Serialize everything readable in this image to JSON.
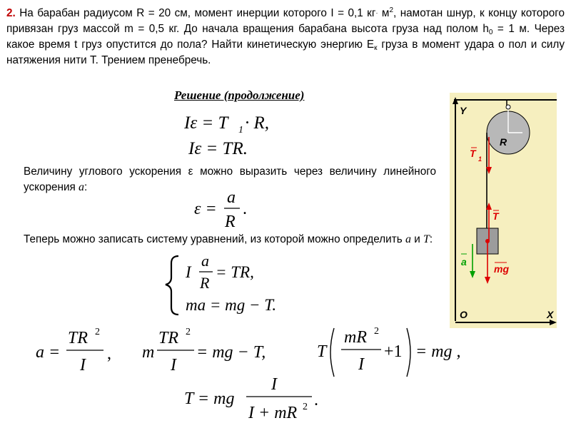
{
  "problem": {
    "number": "2.",
    "line1a": " На барабан радиусом R = 20 см, момент инерции которого I = 0,1 кг",
    "line1dot": "·",
    "line1b": " м",
    "line1sup": "2",
    "line1c": ", намотан шнур, к концу которого привязан груз массой m = 0,5 кг. До начала вращения барабана высота груза над полом h",
    "h_sub": "0",
    "line2": " = 1 м. Через какое время t груз опустится до пола? Найти кинетическую энергию E",
    "e_sub": "к",
    "line3": " груза в момент удара о пол и силу натяжения нити Т. Трением пренебречь."
  },
  "solution": {
    "heading": "Решение (продолжение)",
    "para1": "Величину углового ускорения ε можно выразить через величину линейного ускорения ",
    "para1_var": "a",
    "para1_end": ":",
    "para2": "Теперь можно записать систему уравнений, из которой можно определить ",
    "para2_a": "a",
    "para2_and": " и ",
    "para2_T": "T",
    "para2_end": ":"
  },
  "formulas": {
    "eq1_lhs": "Iε = T",
    "eq1_sub": "1",
    "eq1_rhs": " · R,",
    "eq2": "Iε = TR.",
    "eq3_lhs": "ε =",
    "eq3_num": "a",
    "eq3_den": "R",
    "eq3_end": ".",
    "sys1_I": "I",
    "sys1_num": "a",
    "sys1_den": "R",
    "sys1_rhs": "= TR,",
    "sys2": "ma = mg − T.",
    "f1_lhs": "a =",
    "f1_num": "TR",
    "f1_sup": "2",
    "f1_den": "I",
    "f1_end": ",",
    "f2_m": "m",
    "f2_num": "TR",
    "f2_sup": "2",
    "f2_den": "I",
    "f2_rhs": "= mg − T,",
    "f3_T": "T",
    "f3_num": "mR",
    "f3_sup": "2",
    "f3_den": "I",
    "f3_plus": "+1",
    "f3_rhs": "= mg ,",
    "f4_lhs": "T = mg",
    "f4_num": "I",
    "f4_den": "I + mR",
    "f4_sup": "2",
    "f4_end": "."
  },
  "diagram": {
    "axis_y": "Y",
    "axis_x": "X",
    "origin": "O",
    "radius": "R",
    "tension_top": "T",
    "tension_top_sub": "1",
    "tension_bottom": "T",
    "accel": "a",
    "weight": "mg",
    "bg_color": "#f6efbf",
    "axis_color": "#000000",
    "arrow_red": "#dd0000",
    "arrow_green": "#00a000"
  }
}
